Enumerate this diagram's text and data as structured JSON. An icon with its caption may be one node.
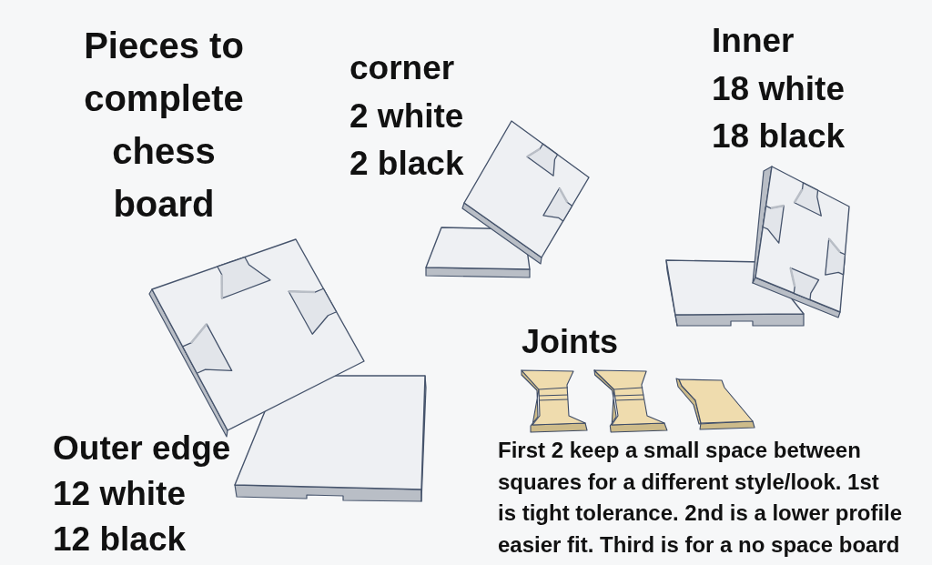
{
  "diagram": {
    "title": "Pieces to complete chess board",
    "labels": [
      "corner 2 white 2 black",
      "Inner 18 white 18 black",
      "Joints",
      "Outer edge 12 white 12 black",
      "First 2 keep a small space between squares for a different style/look. 1st is tight tolerance. 2nd is a lower profile easier fit. Third is for a no space board"
    ]
  }
}
